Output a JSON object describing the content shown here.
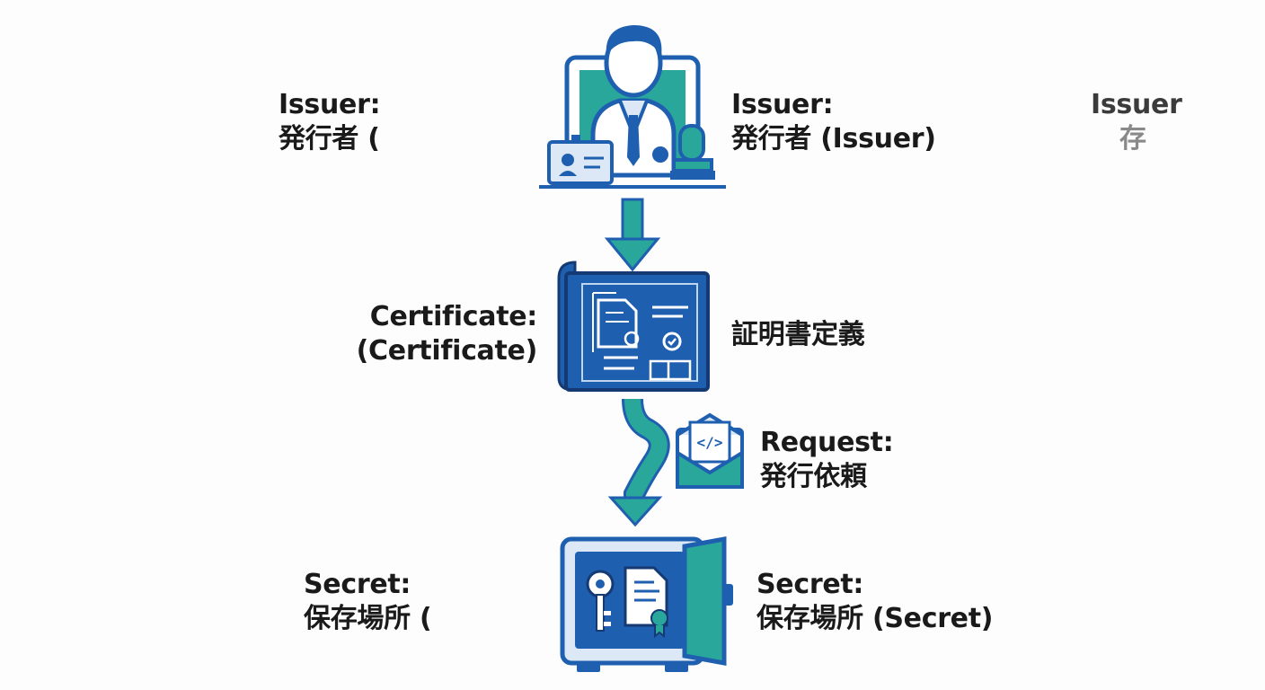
{
  "labels": {
    "issuer_left": {
      "line1": "Issuer:",
      "line2": "発行者 ("
    },
    "issuer_center": {
      "line1": "Issuer:",
      "line2": "発行者 (Issuer)"
    },
    "issuer_right": {
      "line1": "Issuer",
      "line2": "存"
    },
    "certificate_left": {
      "line1": "Certificate:",
      "line2": "(Certificate)"
    },
    "certificate_right": {
      "line1": "証明書定義"
    },
    "request": {
      "line1": "Request:",
      "line2": "発行依頼"
    },
    "secret_left": {
      "line1": "Secret:",
      "line2": "保存場所 ("
    },
    "secret_right": {
      "line1": "Secret:",
      "line2": "保存場所 (Secret)"
    }
  },
  "icons": {
    "issuer": "issuer-person-icon",
    "certificate": "certificate-blueprint-icon",
    "request": "envelope-code-icon",
    "secret": "safe-key-document-icon"
  },
  "colors": {
    "blue": "#1f5fb0",
    "teal": "#2aa79b",
    "navy": "#153a73",
    "light_blue": "#dce8f5"
  }
}
